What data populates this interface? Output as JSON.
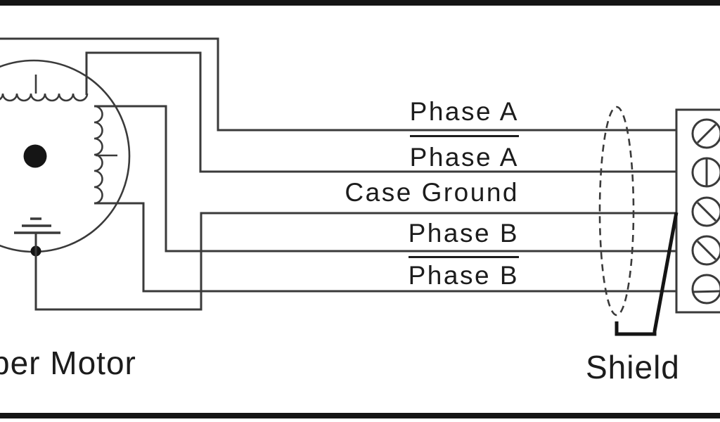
{
  "colors": {
    "bg": "#ffffff",
    "line": "#3a3a3a",
    "thick": "#151515",
    "text": "#1c1c1c"
  },
  "motor": {
    "label": "per Motor"
  },
  "wires": [
    {
      "label": "Phase A",
      "overline": false
    },
    {
      "label": "Phase A",
      "overline": true
    },
    {
      "label": "Case Ground",
      "overline": false
    },
    {
      "label": "Phase B",
      "overline": false
    },
    {
      "label": "Phase B",
      "overline": true
    }
  ],
  "shield": {
    "label": "Shield"
  },
  "terminal_block": {
    "screw_count": 5,
    "screw_slots": [
      "diagonal-up",
      "vertical",
      "diagonal-down",
      "diagonal-down",
      "horizontal"
    ]
  }
}
